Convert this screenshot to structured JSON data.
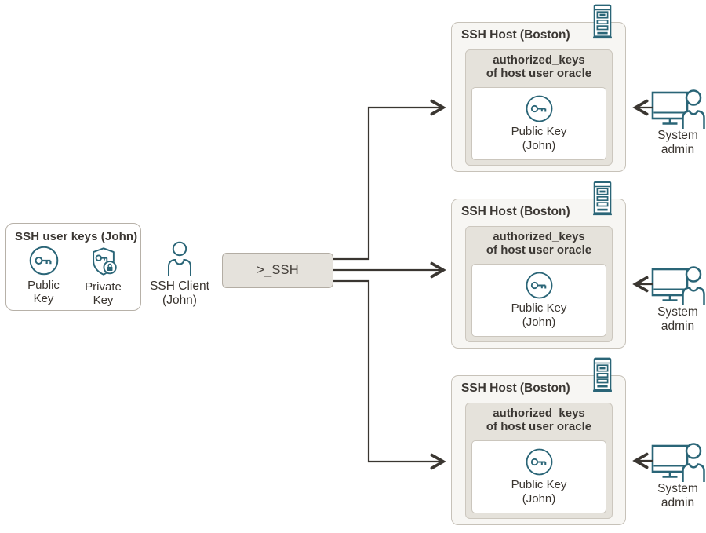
{
  "colors": {
    "teal": "#2a6577",
    "text": "#39342f",
    "title": "#3b3733",
    "arrow": "#3a3631",
    "host-fill": "#f7f6f3",
    "host-border": "#c7c2b9",
    "gray-fill": "#e5e2db",
    "ssh-fill": "#e5e2dc"
  },
  "user_keys_panel": {
    "title": "SSH user keys (John)",
    "public_key_label": "Public\nKey",
    "private_key_label": "Private\nKey"
  },
  "ssh_client": {
    "label": "SSH Client\n(John)"
  },
  "ssh_box": {
    "label": ">_SSH"
  },
  "hosts": [
    {
      "title": "SSH Host (Boston)",
      "authorized_keys_label": "authorized_keys\nof host user oracle",
      "public_key_label": "Public Key\n(John)",
      "admin_label": "System\nadmin"
    },
    {
      "title": "SSH Host (Boston)",
      "authorized_keys_label": "authorized_keys\nof host user oracle",
      "public_key_label": "Public Key\n(John)",
      "admin_label": "System\nadmin"
    },
    {
      "title": "SSH Host (Boston)",
      "authorized_keys_label": "authorized_keys\nof host user oracle",
      "public_key_label": "Public Key\n(John)",
      "admin_label": "System\nadmin"
    }
  ]
}
